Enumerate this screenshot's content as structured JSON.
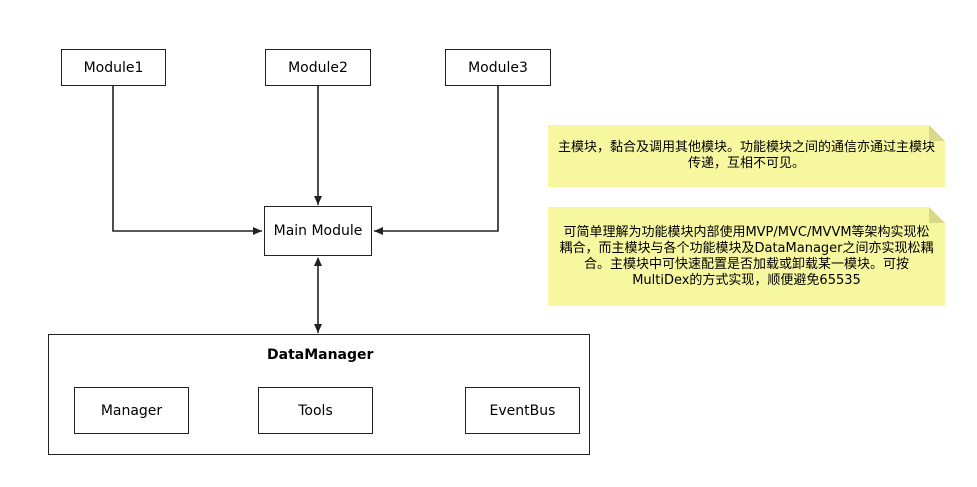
{
  "modules": [
    "Module1",
    "Module2",
    "Module3"
  ],
  "main_module": "Main Module",
  "data_manager": {
    "title": "DataManager",
    "children": [
      "Manager",
      "Tools",
      "EventBus"
    ]
  },
  "notes": [
    "主模块，黏合及调用其他模块。功能模块之间的通信亦通过主模块传递，互相不可见。",
    "可简单理解为功能模块内部使用MVP/MVC/MVVM等架构实现松耦合，而主模块与各个功能模块及DataManager之间亦实现松耦合。主模块中可快速配置是否加载或卸载某一模块。可按MultiDex的方式实现，顺便避免65535"
  ],
  "colors": {
    "note_bg": "#f7f7a0",
    "note_fold": "#d9d98a",
    "line": "#222222"
  }
}
